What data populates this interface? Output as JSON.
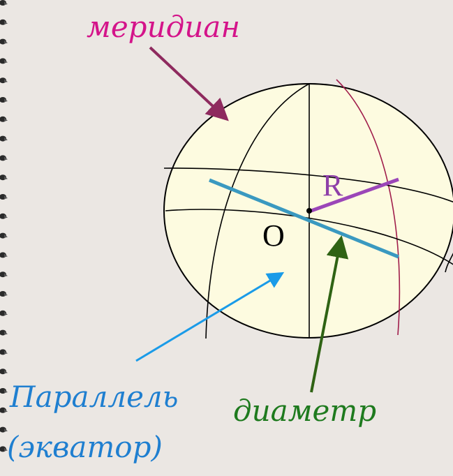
{
  "labels": {
    "meridian": "меридиан",
    "parallel": "Параллель",
    "equator": "(экватор)",
    "diameter": "диаметр",
    "radius": "R",
    "center": "O"
  },
  "colors": {
    "background": "#ebe7e3",
    "sphere_fill": "#fdfbe0",
    "meridian_text": "#d4148a",
    "meridian_arrow": "#8e2a5e",
    "parallel_text": "#1f7fd0",
    "parallel_arrow": "#1a9be8",
    "diameter_text": "#1e7a1e",
    "diameter_arrow": "#2f6314",
    "diameter_line": "#3a99c0",
    "radius_line": "#9b46b8",
    "radius_text": "#8e3fa8",
    "highlight_meridian": "#a01d4b",
    "lines": "#000000"
  },
  "icons": {
    "border_dots": "spiral-binding-dots"
  }
}
